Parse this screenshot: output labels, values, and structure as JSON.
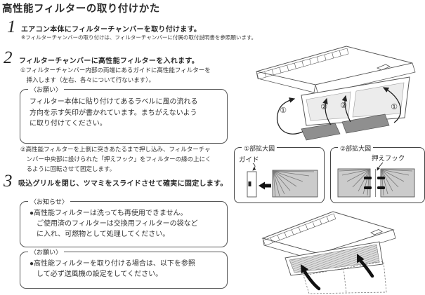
{
  "page": {
    "title": "高性能フィルターの取り付けかた"
  },
  "steps": {
    "s1": {
      "num": "1",
      "heading": "エアコン本体にフィルターチャンバーを取り付けます。",
      "note": "※フィルターチャンバーの取り付けは、フィルターチャンバーに付属の取付説明書を参照願います。"
    },
    "s2": {
      "num": "2",
      "heading": "フィルターチャンバーに高性能フィルターを入れます。",
      "sub1": "①フィルターチャンバー内部の両端にあるガイドに高性能フィルターを\n　挿入します（左右、各々について行ないます）。",
      "sub2": "②高性能フィルターを上側に突きあたるまで押し込み、フィルターチャ\n　ンバー中央部に設けられた「押えフック」をフィルターの縁の上にく\n　るように回転させて固定します。"
    },
    "s3": {
      "num": "3",
      "heading": "吸込グリルを閉じ、ツマミをスライドさせて確実に固定します。"
    }
  },
  "boxes": {
    "onegai1": {
      "label": "〈お願い〉",
      "body": "フィルター本体に貼り付けてあるラベルに風の流れる\n方向を示す矢印が書かれています。まちがえないよう\nに取り付けてください。"
    },
    "oshirase": {
      "label": "〈お知らせ〉",
      "body": "●高性能フィルターは洗っても再使用できません。\n　ご使用済のフィルターは交換用フィルターの袋など\n　に入れ、可燃物として処理してください。"
    },
    "onegai2": {
      "label": "〈お願い〉",
      "body": "●高性能フィルターを取り付ける場合は、以下を参照\n　して必ず送風機の設定をしてください。"
    }
  },
  "diagrams": {
    "insert": {
      "marks": [
        "①",
        "②",
        "②",
        "①"
      ]
    },
    "enlarge1": {
      "title": "①部拡大図",
      "label": "ガイド"
    },
    "enlarge2": {
      "title": "②部拡大図",
      "label": "押えフック"
    }
  },
  "colors": {
    "ink": "#2b2b2b",
    "line": "#555555",
    "filter_gray": "#8f8f8f",
    "panel_gray": "#cbcbcb",
    "background": "#ffffff"
  }
}
